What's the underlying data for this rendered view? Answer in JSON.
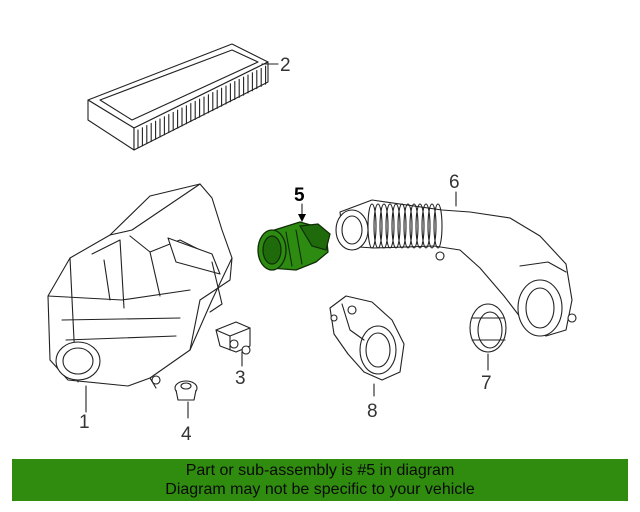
{
  "callouts": [
    "1",
    "2",
    "3",
    "4",
    "5",
    "6",
    "7",
    "8"
  ],
  "selected_callout": "5",
  "banner": {
    "line1": "Part or sub-assembly is #5 in diagram",
    "line2": "Diagram may not be specific to your vehicle"
  },
  "colors": {
    "highlight": "#2e8b12",
    "banner": "#2f8c0f"
  }
}
